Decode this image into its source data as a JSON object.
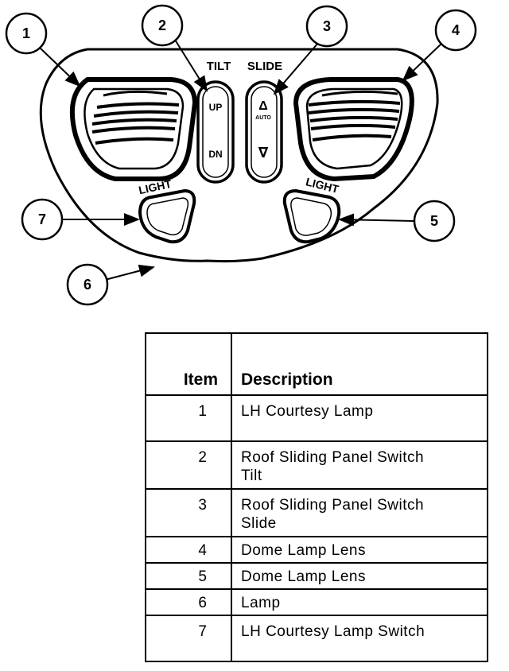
{
  "diagram": {
    "callouts": [
      "1",
      "2",
      "3",
      "4",
      "5",
      "6",
      "7"
    ],
    "labels": {
      "tilt": "TILT",
      "slide": "SLIDE",
      "up": "UP",
      "dn": "DN",
      "auto": "AUTO",
      "up_arrow": "Δ",
      "down_arrow": "∇",
      "light_left": "LIGHT",
      "light_right": "LIGHT"
    }
  },
  "legend": {
    "headers": {
      "item": "Item",
      "description": "Description"
    },
    "rows": [
      {
        "item": "1",
        "line1": "LH Courtesy Lamp",
        "line2": ""
      },
      {
        "item": "2",
        "line1": "Roof Sliding Panel Switch",
        "line2": "Tilt"
      },
      {
        "item": "3",
        "line1": "Roof Sliding Panel Switch",
        "line2": "Slide"
      },
      {
        "item": "4",
        "line1": "Dome Lamp Lens",
        "line2": ""
      },
      {
        "item": "5",
        "line1": "Dome Lamp Lens",
        "line2": ""
      },
      {
        "item": "6",
        "line1": "Lamp",
        "line2": ""
      },
      {
        "item": "7",
        "line1": "LH Courtesy Lamp Switch",
        "line2": ""
      }
    ]
  }
}
